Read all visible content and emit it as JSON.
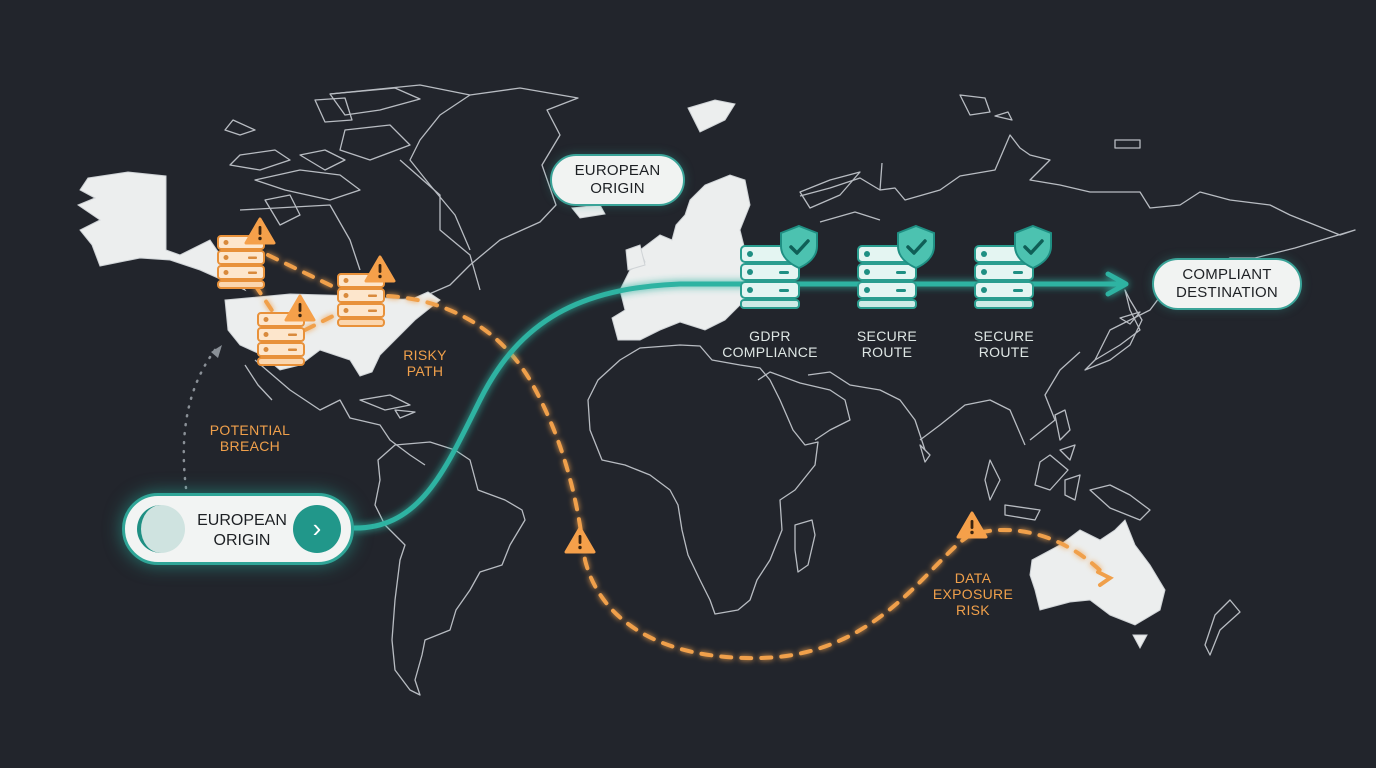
{
  "colors": {
    "background": "#22252c",
    "secure": "#2fb3a2",
    "risk": "#f0a04b",
    "land": "#eceeee",
    "outline": "#b8bcc2"
  },
  "origin_button": {
    "label": "EUROPEAN ORIGIN",
    "line1": "EUROPEAN",
    "line2": "ORIGIN",
    "icon": "chevron-right-icon"
  },
  "europe_tag": {
    "line1": "EUROPEAN",
    "line2": "ORIGIN"
  },
  "destination_tag": {
    "line1": "COMPLIANT",
    "line2": "DESTINATION"
  },
  "secure_nodes": [
    {
      "line1": "GDPR",
      "line2": "COMPLIANCE",
      "icon": "shield-check-icon"
    },
    {
      "line1": "SECURE",
      "line2": "ROUTE",
      "icon": "shield-check-icon"
    },
    {
      "line1": "SECURE",
      "line2": "ROUTE",
      "icon": "shield-check-icon"
    }
  ],
  "risk_nodes": [
    {
      "name": "risky-server-1",
      "icon": "warning-icon"
    },
    {
      "name": "risky-server-2",
      "icon": "warning-icon"
    },
    {
      "name": "risky-server-3",
      "icon": "warning-icon"
    }
  ],
  "risk_labels": {
    "risky_path": {
      "line1": "RISKY",
      "line2": "PATH"
    },
    "potential_breach": {
      "line1": "POTENTIAL",
      "line2": "BREACH"
    },
    "data_exposure": {
      "line1": "DATA",
      "line2": "EXPOSURE",
      "line3": "RISK"
    }
  }
}
